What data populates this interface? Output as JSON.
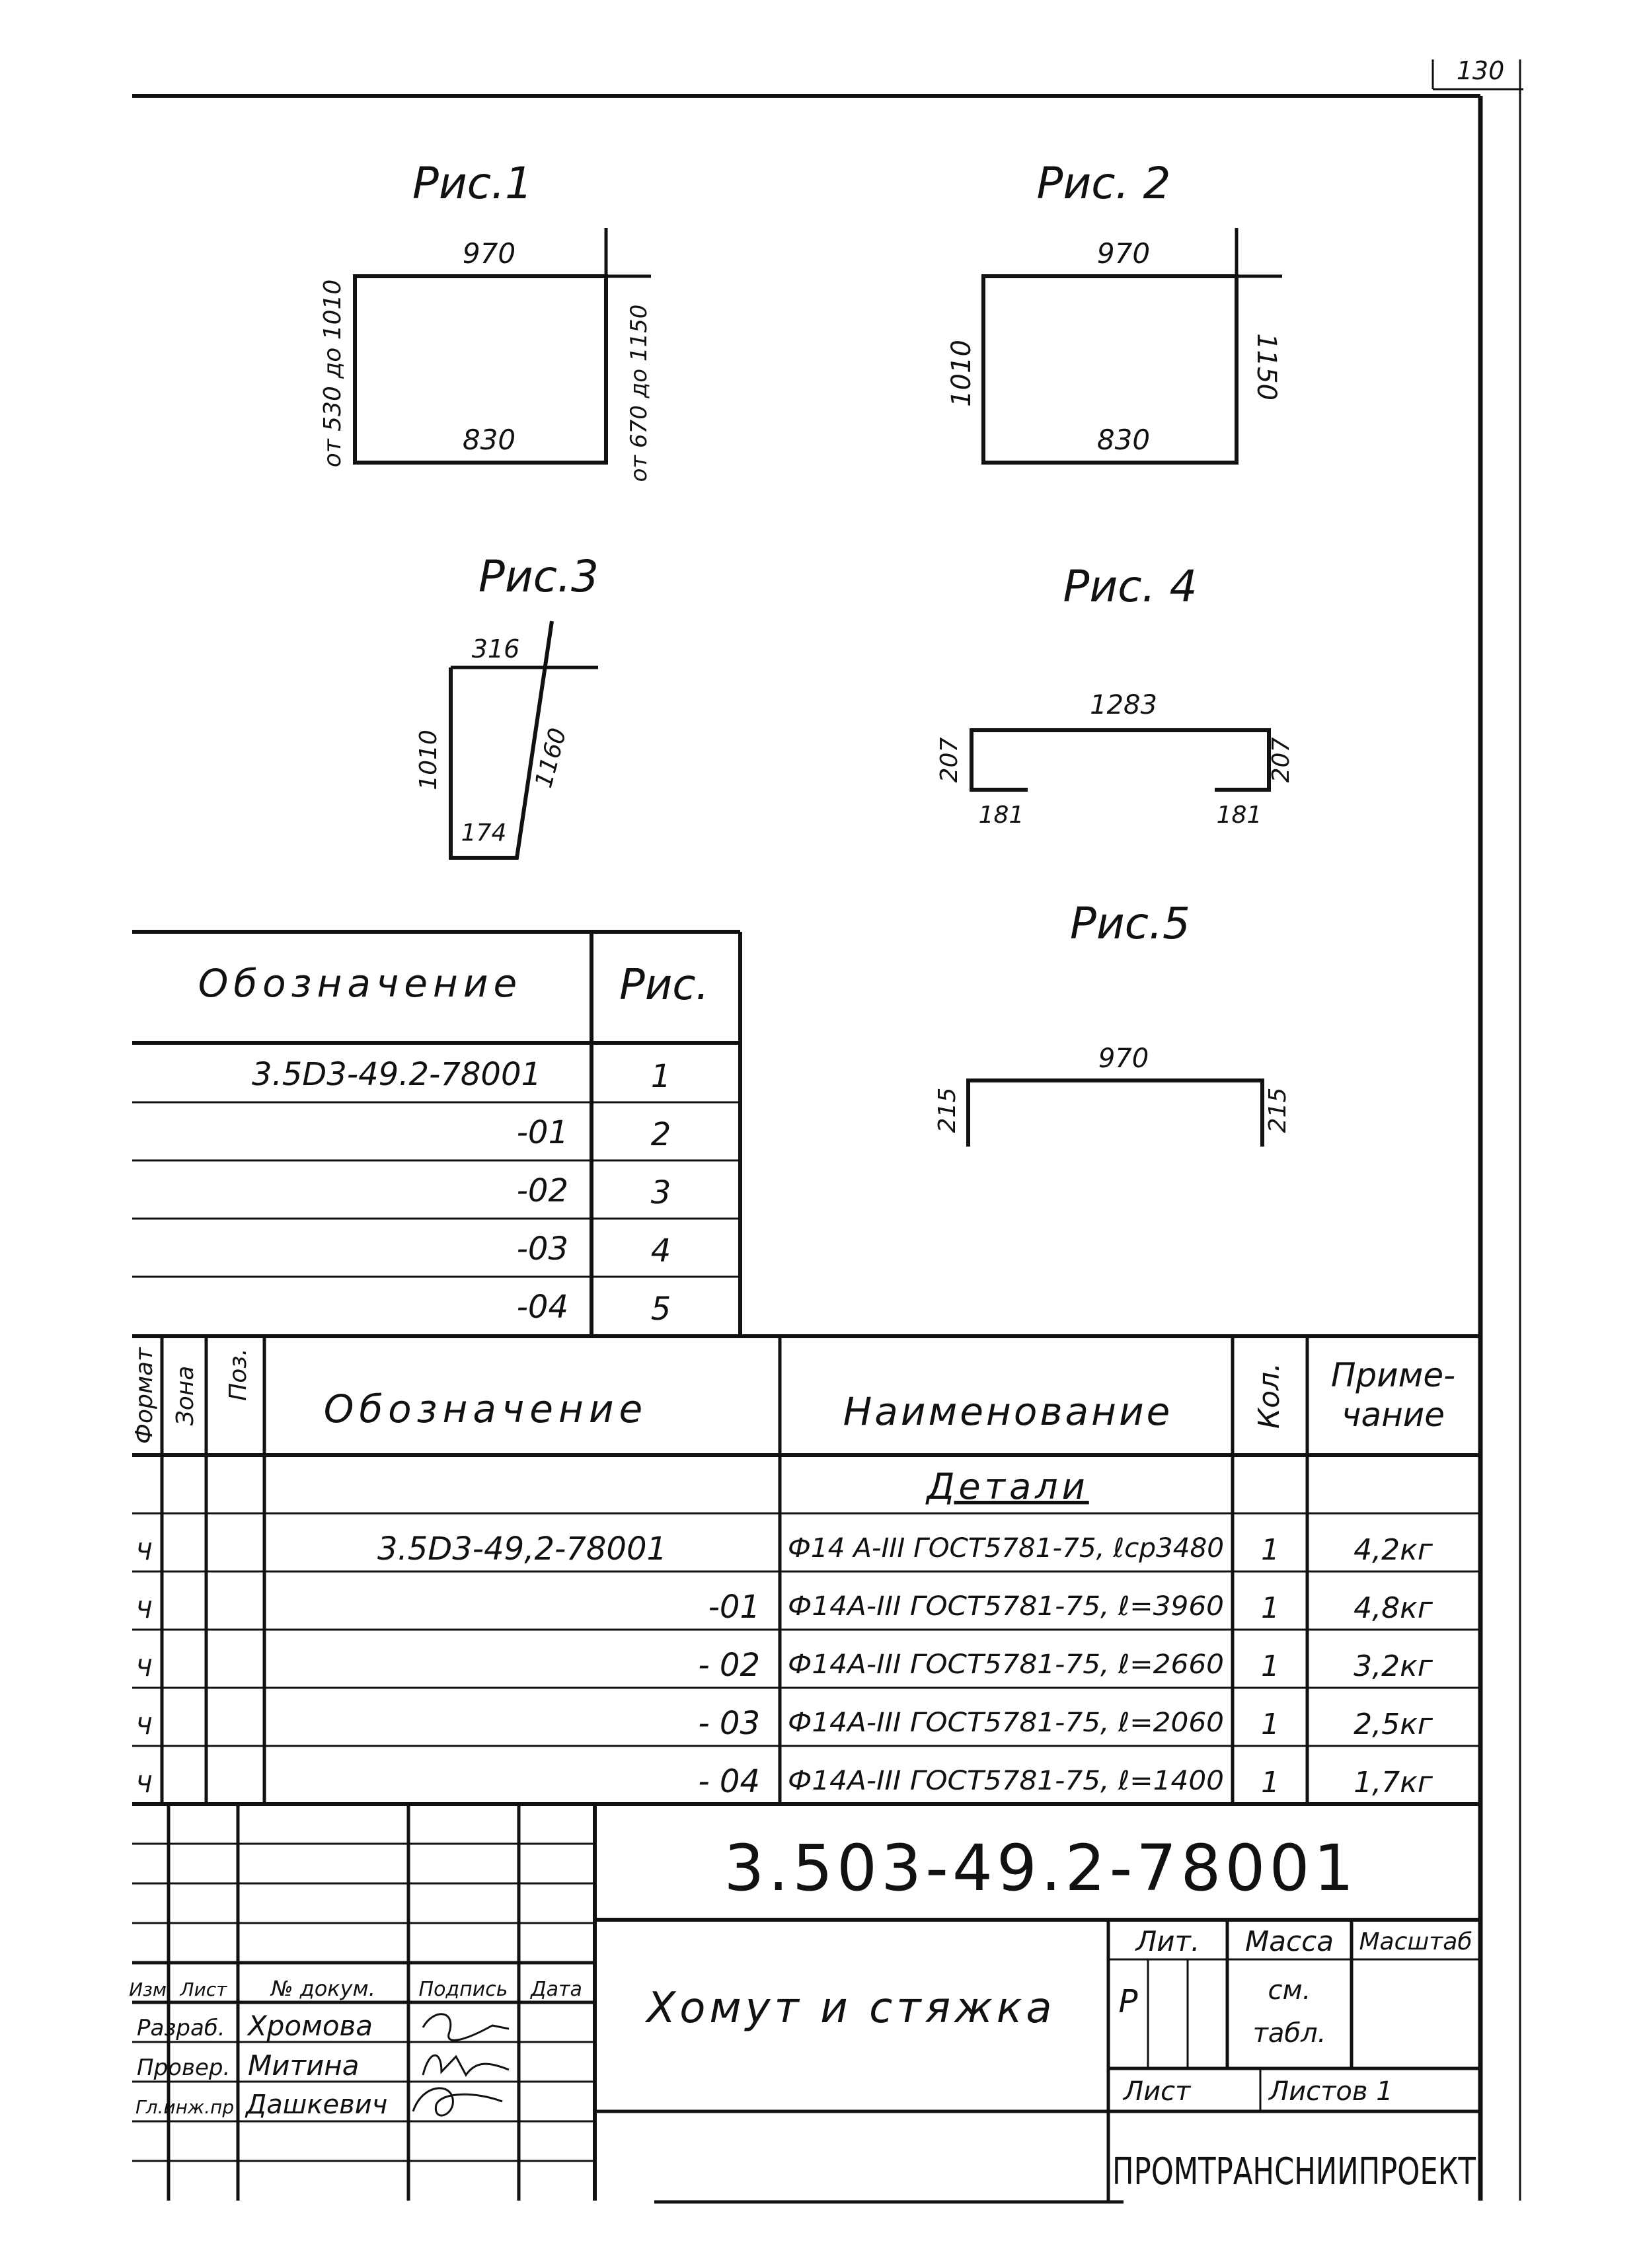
{
  "sheet_number": "130",
  "figures": {
    "fig1": {
      "title": "Рис.1",
      "top": "970",
      "bottom": "830",
      "left": "от 530 до 1010",
      "right": "от 670 до 1150"
    },
    "fig2": {
      "title": "Рис. 2",
      "top": "970",
      "bottom": "830",
      "left": "1010",
      "right": "1150"
    },
    "fig3": {
      "title": "Рис.3",
      "top": "316",
      "left": "1010",
      "diagonal": "1160",
      "bottom": "174"
    },
    "fig4": {
      "title": "Рис. 4",
      "top": "1283",
      "left": "207",
      "right": "207",
      "foot_left": "181",
      "foot_right": "181"
    },
    "fig5": {
      "title": "Рис.5",
      "top": "970",
      "left": "215",
      "right": "215"
    }
  },
  "variants_table": {
    "headers": [
      "Обозначение",
      "Рис."
    ],
    "rows": [
      {
        "designation": "3.5D3-49.2-78001",
        "fig": "1"
      },
      {
        "designation": "-01",
        "fig": "2"
      },
      {
        "designation": "-02",
        "fig": "3"
      },
      {
        "designation": "-03",
        "fig": "4"
      },
      {
        "designation": "-04",
        "fig": "5"
      }
    ]
  },
  "spec_table": {
    "headers": {
      "format": "Формат",
      "zone": "Зона",
      "pos": "Поз.",
      "designation": "Обозначение",
      "name": "Наименование",
      "qty": "Кол.",
      "note_1": "Приме-",
      "note_2": "чание"
    },
    "section": "Детали",
    "rows": [
      {
        "format": "Ч",
        "designation": "3.5D3-49,2-78001",
        "name": "Ф14 А-III ГОСТ5781-75, ℓср3480",
        "qty": "1",
        "note": "4,2кг"
      },
      {
        "format": "Ч",
        "designation": "-01",
        "name": "Ф14А-III ГОСТ5781-75, ℓ=3960",
        "qty": "1",
        "note": "4,8кг"
      },
      {
        "format": "Ч",
        "designation": "- 02",
        "name": "Ф14А-III ГОСТ5781-75, ℓ=2660",
        "qty": "1",
        "note": "3,2кг"
      },
      {
        "format": "Ч",
        "designation": "- 03",
        "name": "Ф14А-III ГОСТ5781-75, ℓ=2060",
        "qty": "1",
        "note": "2,5кг"
      },
      {
        "format": "Ч",
        "designation": "- 04",
        "name": "Ф14А-III ГОСТ5781-75, ℓ=1400",
        "qty": "1",
        "note": "1,7кг"
      }
    ]
  },
  "title_block": {
    "doc_code": "3.503-49.2-78001",
    "title": "Хомут и стяжка",
    "lit_label": "Лит.",
    "mass_label": "Масса",
    "scale_label": "Масштаб",
    "lit_value": "Р",
    "mass_value_1": "см.",
    "mass_value_2": "табл.",
    "sheet_label": "Лист",
    "sheets_label": "Листов 1",
    "org": "ПРОМТРАНСНИИПРОЕКТ",
    "col_headers": [
      "Изм.",
      "Лист",
      "№ докум.",
      "Подпись",
      "Дата"
    ],
    "people": [
      {
        "role": "Разраб.",
        "name": "Хромова"
      },
      {
        "role": "Провер.",
        "name": "Митина"
      },
      {
        "role": "Гл.инж.пр",
        "name": "Дашкевич"
      }
    ]
  }
}
